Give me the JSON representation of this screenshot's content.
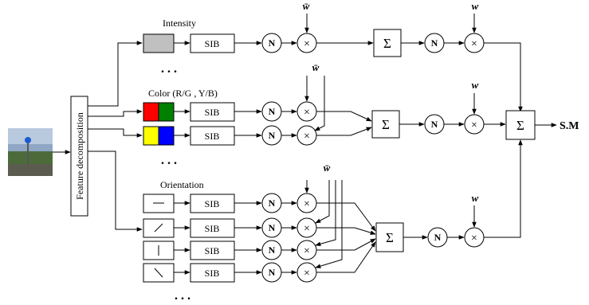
{
  "input_image": {
    "description_icon": "street-scene-photo-icon"
  },
  "decomposition_label": "Feature decomposition",
  "labels": {
    "intensity": "Intensity",
    "color": "Color (R/G , Y/B)",
    "orientation": "Orientation",
    "sib": "SIB",
    "norm": "N",
    "mult": "×",
    "sum": "Σ",
    "weight": "w",
    "weight_bar": "w̄",
    "ellipsis": ". . .",
    "output": "S.M"
  },
  "orientation_glyphs": [
    "—",
    "⁄",
    "|",
    "\\"
  ],
  "colors": {
    "intensity_swatch": "#c0c0c0",
    "red": "#ff0000",
    "green": "#008000",
    "yellow": "#ffff00",
    "blue": "#0000ff"
  }
}
